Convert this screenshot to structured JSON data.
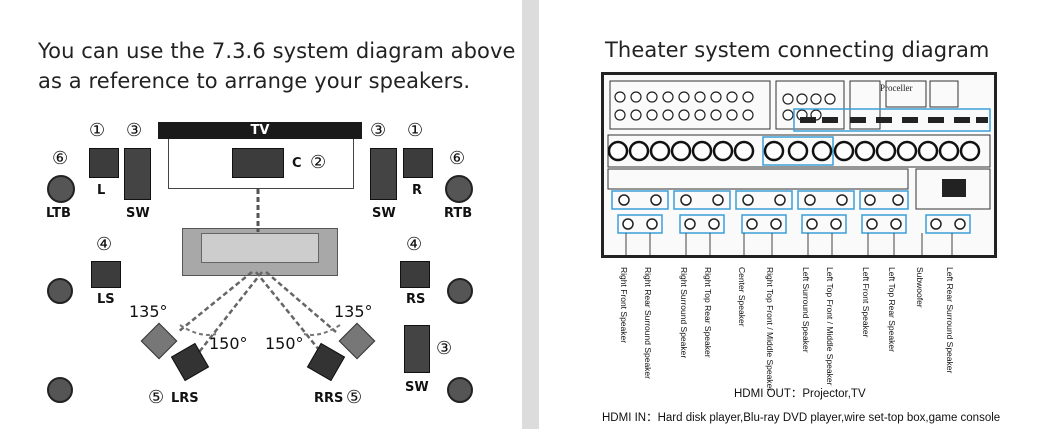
{
  "left_panel": {
    "heading_line1": "You can use the 7.3.6 system diagram above",
    "heading_line2": "as a reference to arrange your speakers.",
    "tv_label": "TV",
    "center_label": "C",
    "angle_135": "135°",
    "angle_150": "150°",
    "speakers": [
      {
        "num": "①",
        "label": "L"
      },
      {
        "num": "③",
        "label": "SW"
      },
      {
        "num": "③",
        "label": "SW"
      },
      {
        "num": "①",
        "label": "R"
      },
      {
        "num": "⑥",
        "label": "LTB"
      },
      {
        "num": "⑥",
        "label": "RTB"
      },
      {
        "num": "④",
        "label": "LS"
      },
      {
        "num": "④",
        "label": "RS"
      },
      {
        "num": "⑤",
        "label": "LRS"
      },
      {
        "num": "⑤",
        "label": "RRS"
      },
      {
        "num": "③",
        "label": "SW"
      }
    ],
    "center_num": "②"
  },
  "right_panel": {
    "heading": "Theater system connecting diagram",
    "brand": "Proceller",
    "speaker_labels": [
      "Right Front Speaker",
      "Right Rear Surround Speaker",
      "Right Surround Speaker",
      "Right Top Rear Speaker",
      "Center Speaker",
      "Right Top Front / Middle Speaker",
      "Left Surround Speaker",
      "Left Top Front / Middle Speaker",
      "Left Front Speaker",
      "Left Top Rear Speaker",
      "Subwoofer",
      "Left Rear Surround Speaker"
    ],
    "hdmi_out": "HDMI OUT：Projector,TV",
    "hdmi_in": "HDMI IN：Hard disk player,Blu-ray DVD player,wire set-top box,game console"
  },
  "colors": {
    "accent": "#3aa0d8",
    "speaker": "#3c3c3c",
    "tv_bar": "#1a1a1a"
  }
}
